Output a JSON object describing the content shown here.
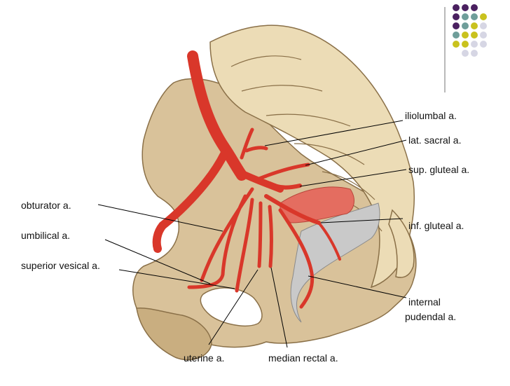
{
  "labels": {
    "iliolumbal": "iliolumbal a.",
    "lat_sacral": "lat. sacral a.",
    "sup_gluteal": "sup. gluteal a.",
    "obturator": "obturator a.",
    "inf_gluteal": "inf. gluteal a.",
    "umbilical": "umbilical a.",
    "superior_vesical": "superior vesical a.",
    "internal_pudendal_1": "internal",
    "internal_pudendal_2": "pudendal a.",
    "uterine": "uterine a.",
    "median_rectal": "median rectal a."
  },
  "colors": {
    "bone": "#d9c29a",
    "bone_dark": "#b89c70",
    "sacrum": "#ecdcb6",
    "artery": "#d9372a",
    "artery_dark": "#a8221a",
    "ligament": "#c9c9c9",
    "muscle": "#e46d60",
    "dot_purple": "#4a2060",
    "dot_teal": "#6f9e9a",
    "dot_yellow": "#c9c21e",
    "dot_grey": "#d6d6e4"
  },
  "decor_dots": [
    [
      "purple",
      "purple",
      "purple",
      ""
    ],
    [
      "purple",
      "teal",
      "teal",
      "yellow"
    ],
    [
      "purple",
      "teal",
      "yellow",
      "grey"
    ],
    [
      "teal",
      "yellow",
      "yellow",
      "grey"
    ],
    [
      "yellow",
      "yellow",
      "grey",
      "grey"
    ],
    [
      "",
      "grey",
      "grey",
      ""
    ]
  ]
}
